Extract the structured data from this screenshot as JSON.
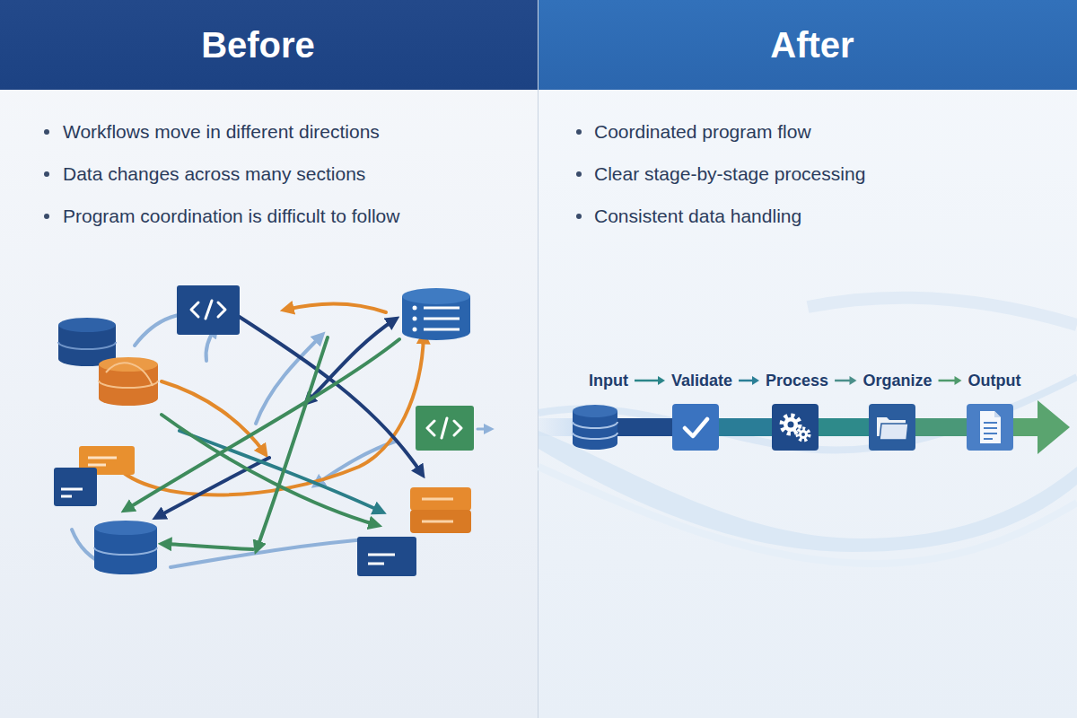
{
  "diagram": {
    "nodes": [
      {
        "text": [
          "Before",
          "Workflows move in different directions",
          "Data changes across many sections",
          "Program coordination is difficult to follow"
        ]
      },
      {
        "text": [
          "After",
          "Coordinated program flow",
          "Clear stage-by-stage processing",
          "Consistent data handling"
        ]
      },
      {
        "text": [
          "Input"
        ],
        "in": 1
      },
      {
        "text": [
          "Validate"
        ],
        "in": 1
      },
      {
        "text": [
          "Process"
        ],
        "in": 1
      },
      {
        "text": [
          "Organize"
        ],
        "in": 1
      },
      {
        "text": [
          "Output"
        ],
        "in": 1
      }
    ],
    "edges": [
      {
        "from": 2,
        "to": 3,
        "arrow": "to"
      },
      {
        "from": 3,
        "to": 4,
        "arrow": "to"
      },
      {
        "from": 4,
        "to": 5,
        "arrow": "to"
      },
      {
        "from": 5,
        "to": 6,
        "arrow": "to"
      }
    ]
  }
}
